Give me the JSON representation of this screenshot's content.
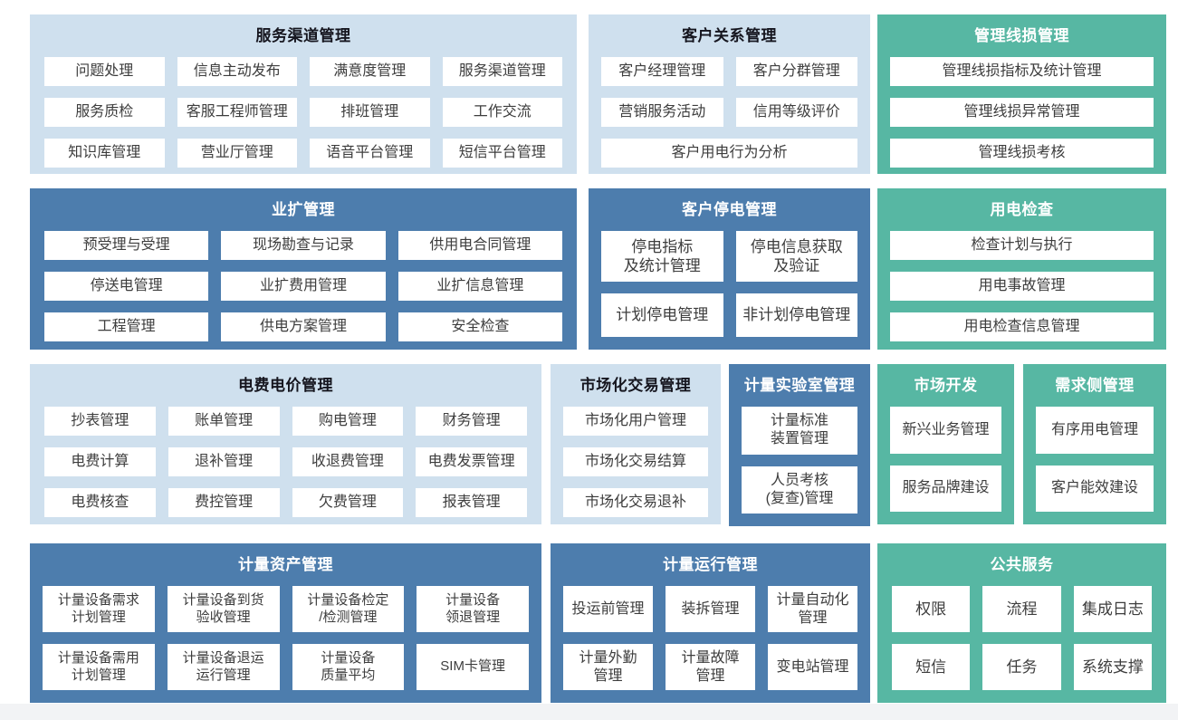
{
  "colors": {
    "light_blue": "#cfe0ee",
    "dark_blue": "#4d7dad",
    "teal": "#57b7a3",
    "tile_bg": "#ffffff",
    "tile_text": "#3d3d3d",
    "title_dark": "#15151e",
    "title_light": "#ffffff",
    "footer_strip": "#f2f3f5"
  },
  "blocks": {
    "service_channel": {
      "title": "服务渠道管理",
      "items": [
        "问题处理",
        "信息主动发布",
        "满意度管理",
        "服务渠道管理",
        "服务质检",
        "客服工程师管理",
        "排班管理",
        "工作交流",
        "知识库管理",
        "营业厅管理",
        "语音平台管理",
        "短信平台管理"
      ]
    },
    "customer_relation": {
      "title": "客户关系管理",
      "items": [
        "客户经理管理",
        "客户分群管理",
        "营销服务活动",
        "信用等级评价",
        "客户用电行为分析"
      ]
    },
    "line_loss": {
      "title": "管理线损管理",
      "items": [
        "管理线损指标及统计管理",
        "管理线损异常管理",
        "管理线损考核"
      ]
    },
    "business_expansion": {
      "title": "业扩管理",
      "items": [
        "预受理与受理",
        "现场勘查与记录",
        "供用电合同管理",
        "停送电管理",
        "业扩费用管理",
        "业扩信息管理",
        "工程管理",
        "供电方案管理",
        "安全检查"
      ]
    },
    "outage": {
      "title": "客户停电管理",
      "items": [
        "停电指标\n及统计管理",
        "停电信息获取\n及验证",
        "计划停电管理",
        "非计划停电管理"
      ]
    },
    "power_inspection": {
      "title": "用电检查",
      "items": [
        "检查计划与执行",
        "用电事故管理",
        "用电检查信息管理"
      ]
    },
    "billing": {
      "title": "电费电价管理",
      "items": [
        "抄表管理",
        "账单管理",
        "购电管理",
        "财务管理",
        "电费计算",
        "退补管理",
        "收退费管理",
        "电费发票管理",
        "电费核查",
        "费控管理",
        "欠费管理",
        "报表管理"
      ]
    },
    "market_trade": {
      "title": "市场化交易管理",
      "items": [
        "市场化用户管理",
        "市场化交易结算",
        "市场化交易退补"
      ]
    },
    "metering_lab": {
      "title": "计量实验室管理",
      "items": [
        "计量标准\n装置管理",
        "人员考核\n(复查)管理"
      ]
    },
    "market_dev": {
      "title": "市场开发",
      "items": [
        "新兴业务管理",
        "服务品牌建设"
      ]
    },
    "demand_side": {
      "title": "需求侧管理",
      "items": [
        "有序用电管理",
        "客户能效建设"
      ]
    },
    "metering_asset": {
      "title": "计量资产管理",
      "items": [
        "计量设备需求\n计划管理",
        "计量设备到货\n验收管理",
        "计量设备检定\n/检测管理",
        "计量设备\n领退管理",
        "计量设备需用\n计划管理",
        "计量设备退运\n运行管理",
        "计量设备\n质量平均",
        "SIM卡管理"
      ]
    },
    "metering_operation": {
      "title": "计量运行管理",
      "items": [
        "投运前管理",
        "装拆管理",
        "计量自动化\n管理",
        "计量外勤\n管理",
        "计量故障\n管理",
        "变电站管理"
      ]
    },
    "public_service": {
      "title": "公共服务",
      "items": [
        "权限",
        "流程",
        "集成日志",
        "短信",
        "任务",
        "系统支撑"
      ]
    }
  }
}
